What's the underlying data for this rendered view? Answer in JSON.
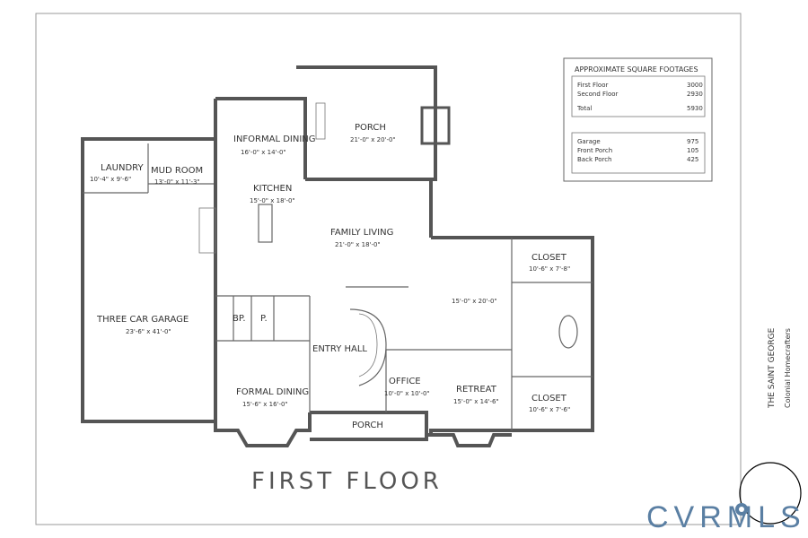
{
  "plan": {
    "title": "FIRST FLOOR",
    "house_name": "THE SAINT GEORGE",
    "builder": "Colonial Homecrafters",
    "brand": "CVRMLS"
  },
  "rooms": [
    {
      "id": "laundry",
      "name": "LAUNDRY",
      "dims": "10'-4\" x 9'-6\""
    },
    {
      "id": "mud-room",
      "name": "MUD ROOM",
      "dims": "13'-0\" x 11'-3\""
    },
    {
      "id": "informal-dining",
      "name": "INFORMAL DINING",
      "dims": "16'-0\" x 14'-0\""
    },
    {
      "id": "porch-back",
      "name": "PORCH",
      "dims": "21'-0\" x 20'-0\""
    },
    {
      "id": "kitchen",
      "name": "KITCHEN",
      "dims": "15'-0\" x 18'-0\""
    },
    {
      "id": "family-living",
      "name": "FAMILY LIVING",
      "dims": "21'-0\" x 18'-0\""
    },
    {
      "id": "garage",
      "name": "THREE CAR GARAGE",
      "dims": "23'-6\" x 41'-0\""
    },
    {
      "id": "bp",
      "name": "BP.",
      "dims": ""
    },
    {
      "id": "p",
      "name": "P.",
      "dims": ""
    },
    {
      "id": "entry-hall",
      "name": "ENTRY HALL",
      "dims": ""
    },
    {
      "id": "formal-dining",
      "name": "FORMAL DINING",
      "dims": "15'-6\" x 16'-0\""
    },
    {
      "id": "office",
      "name": "OFFICE",
      "dims": "10'-0\" x 10'-0\""
    },
    {
      "id": "porch-front",
      "name": "PORCH",
      "dims": ""
    },
    {
      "id": "bedroom",
      "name": "",
      "dims": "15'-0\" x 20'-0\""
    },
    {
      "id": "retreat",
      "name": "RETREAT",
      "dims": "15'-0\" x 14'-6\""
    },
    {
      "id": "closet-top",
      "name": "CLOSET",
      "dims": "10'-6\" x 7'-8\""
    },
    {
      "id": "closet-bottom",
      "name": "CLOSET",
      "dims": "10'-6\" x 7'-6\""
    }
  ],
  "sqft": {
    "title": "APPROXIMATE SQUARE FOOTAGES",
    "living": [
      {
        "label": "First Floor",
        "value": "3000"
      },
      {
        "label": "Second Floor",
        "value": "2930"
      },
      {
        "label": "Total",
        "value": "5930"
      }
    ],
    "other": [
      {
        "label": "Garage",
        "value": "975"
      },
      {
        "label": "Front Porch",
        "value": "105"
      },
      {
        "label": "Back Porch",
        "value": "425"
      }
    ]
  },
  "colors": {
    "wall": "#555555",
    "text": "#333333",
    "brand": "#5a7fa3"
  },
  "icons": [
    "location-pin-icon",
    "circle-mark-icon"
  ]
}
